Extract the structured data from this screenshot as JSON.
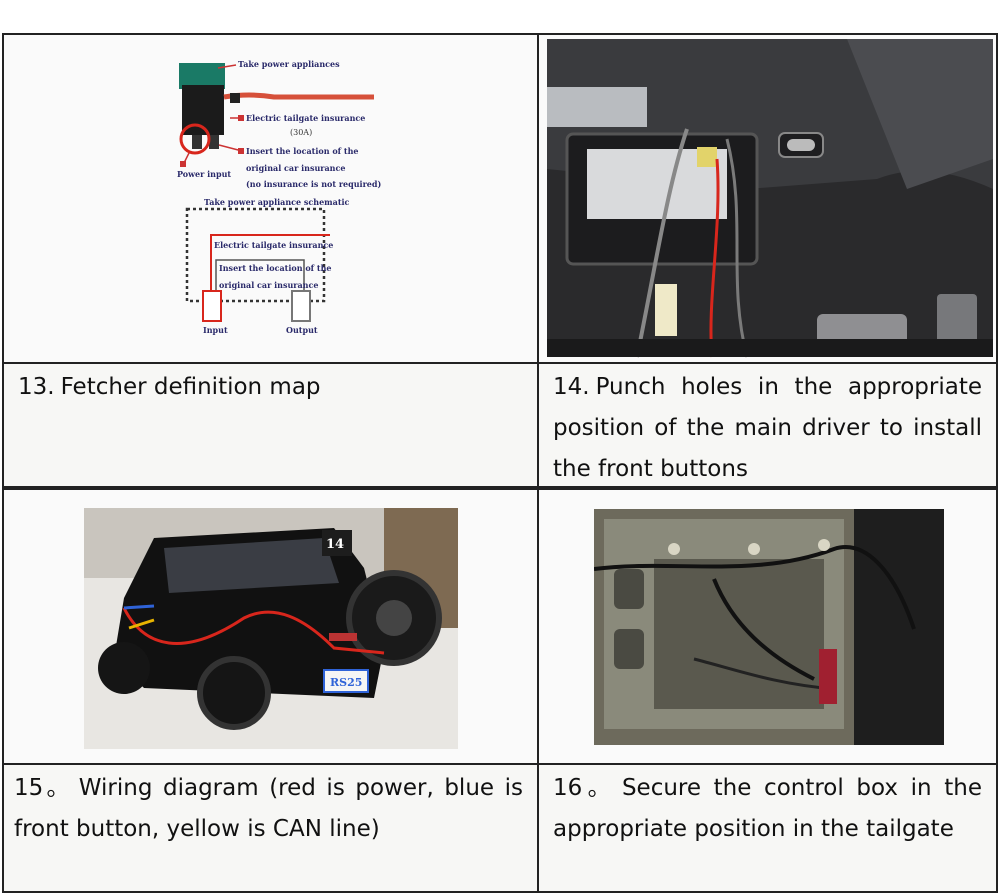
{
  "panels": [
    {
      "number": "13.",
      "caption": "Fetcher definition map",
      "diagram": {
        "labels": {
          "take_power": "Take power appliances",
          "tailgate_insurance": "Electric tailgate insurance",
          "amp": "(30A)",
          "insert_line1": "Insert the location of the",
          "insert_line2": "original car insurance",
          "no_insurance": "(no insurance is not required)",
          "power_input": "Power input",
          "schematic_title": "Take power appliance schematic",
          "schem_tailgate": "Electric tailgate insurance",
          "schem_insert1": "Insert the location of the",
          "schem_insert2": "original car insurance",
          "input": "Input",
          "output": "Output"
        }
      }
    },
    {
      "number": "14.",
      "caption": "Punch holes in the appropriate position of the main driver to install the front buttons"
    },
    {
      "number": "15。",
      "caption": "Wiring diagram (red is power, blue is front button, yellow is CAN line)",
      "photo": {
        "plate": "RS25",
        "sign": "14"
      }
    },
    {
      "number": "16。",
      "caption": "Secure the control box in the appropriate position in the tailgate"
    }
  ],
  "colors": {
    "power": "#d8261c",
    "button": "#2f63d8",
    "can": "#e8b400",
    "fuse": "#1a7a66"
  }
}
